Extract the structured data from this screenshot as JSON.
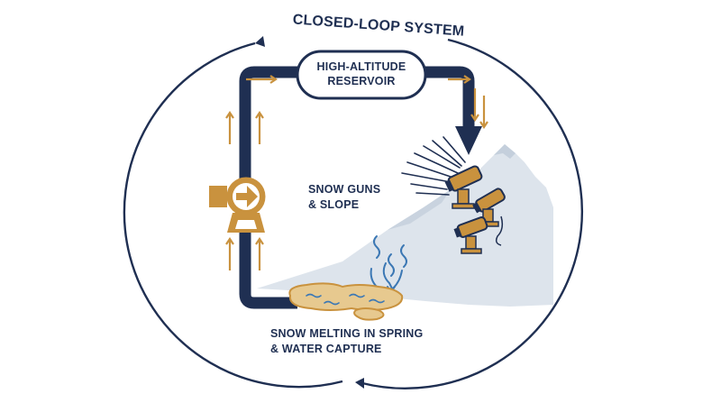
{
  "diagram": {
    "title": "CLOSED-LOOP SYSTEM",
    "reservoir": {
      "line1": "HIGH-ALTITUDE",
      "line2": "RESERVOIR"
    },
    "snow_guns": {
      "line1": "SNOW GUNS",
      "line2": "& SLOPE"
    },
    "melting": {
      "line1": "SNOW MELTING IN SPRING",
      "line2": "& WATER CAPTURE"
    },
    "colors": {
      "navy": "#1f2f52",
      "gold": "#c9923e",
      "mountain": "#dde4ec",
      "water": "#3c78b4",
      "background": "#ffffff"
    },
    "icons": [
      "pump-icon",
      "snow-gun-icon",
      "water-pool-icon",
      "mountain-icon",
      "arrow-icon"
    ]
  }
}
